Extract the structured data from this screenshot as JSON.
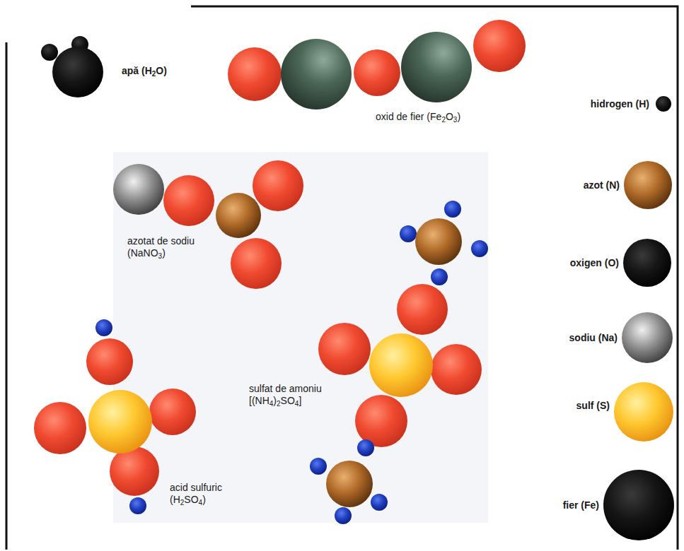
{
  "diagram": {
    "labels": [
      "apă (H2O)",
      "oxid de fier (Fe2O3)",
      "hidrogen (H)",
      "azot (N)",
      "azotat de sodiu (NaNO3)",
      "oxigen (O)",
      "sulfat de amoniu [(NH4)2SO4]",
      "sodiu (Na)",
      "sulf (S)",
      "acid sulfuric (H2SO4)",
      "fier (Fe)"
    ]
  }
}
